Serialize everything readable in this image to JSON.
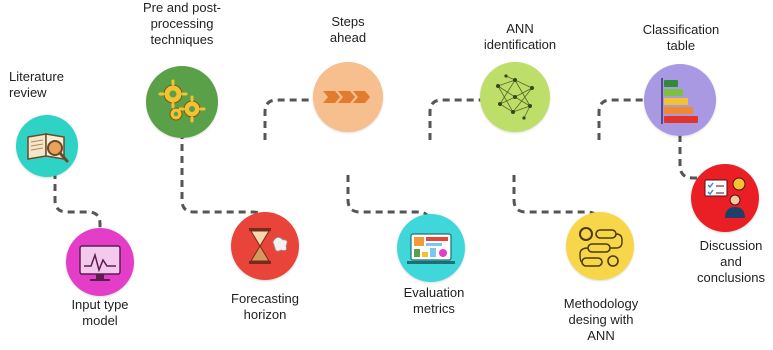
{
  "steps": [
    {
      "id": "literature",
      "lines": [
        "Literature",
        "review"
      ],
      "color": "#2fd3c5",
      "icon": "book-magnifier-icon"
    },
    {
      "id": "input",
      "lines": [
        "Input type",
        "model"
      ],
      "color": "#e43ec9",
      "icon": "monitor-chart-icon"
    },
    {
      "id": "preprocessing",
      "lines": [
        "Pre and post-",
        "processing",
        "techniques"
      ],
      "color": "#5aa048",
      "icon": "gears-icon"
    },
    {
      "id": "horizon",
      "lines": [
        "Forecasting",
        "horizon"
      ],
      "color": "#e8443a",
      "icon": "hourglass-icon"
    },
    {
      "id": "steps",
      "lines": [
        "Steps",
        "ahead"
      ],
      "color": "#f7bf8d",
      "icon": "arrows-chevron-icon"
    },
    {
      "id": "evaluation",
      "lines": [
        "Evaluation",
        "metrics"
      ],
      "color": "#3fd7d9",
      "icon": "dashboard-icon"
    },
    {
      "id": "ann",
      "lines": [
        "ANN",
        "identification"
      ],
      "color": "#bddf6a",
      "icon": "neural-network-icon"
    },
    {
      "id": "methodology",
      "lines": [
        "Methodology",
        "desing with",
        "ANN"
      ],
      "color": "#f8d64a",
      "icon": "flowchart-icon"
    },
    {
      "id": "classification",
      "lines": [
        "Classification",
        "table"
      ],
      "color": "#a899e2",
      "icon": "rating-bars-icon"
    },
    {
      "id": "discussion",
      "lines": [
        "Discussion",
        "and",
        "conclusions"
      ],
      "color": "#ea1f25",
      "icon": "presenter-icon"
    }
  ],
  "colors": {
    "connector": "#555555",
    "text": "#1f1f1f"
  }
}
